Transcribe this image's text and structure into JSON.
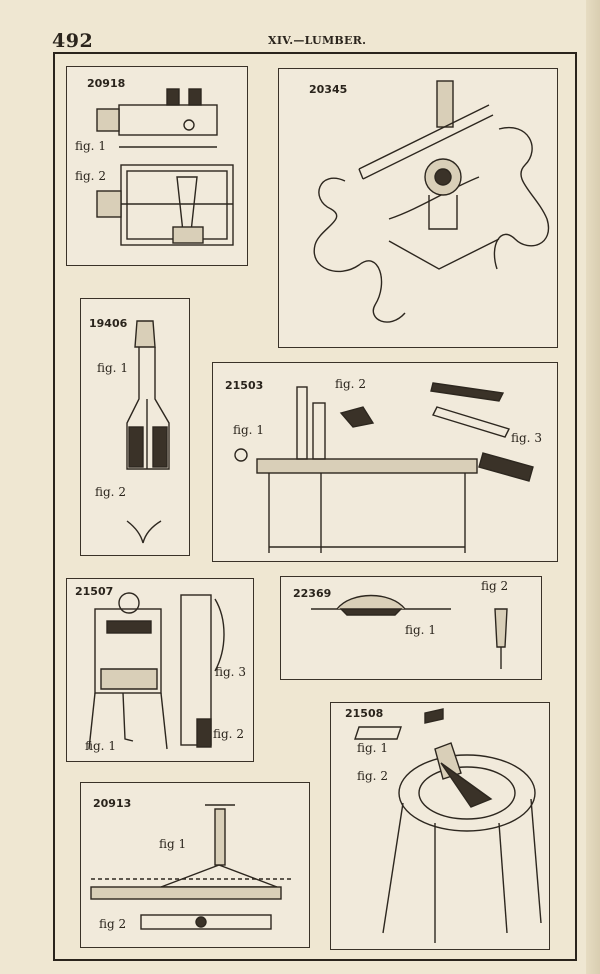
{
  "page": {
    "number": "492",
    "heading": "XIV.—LUMBER."
  },
  "plates": [
    {
      "patent": "20918",
      "figs": [
        "fig. 1",
        "fig. 2"
      ]
    },
    {
      "patent": "20345",
      "figs": []
    },
    {
      "patent": "19406",
      "figs": [
        "fig. 1",
        "fig. 2"
      ]
    },
    {
      "patent": "21503",
      "figs": [
        "fig. 1",
        "fig. 2",
        "fig. 3"
      ]
    },
    {
      "patent": "21507",
      "figs": [
        "fig. 3",
        "fig. 2",
        "fig. 1"
      ]
    },
    {
      "patent": "22369",
      "figs": [
        "fig. 1",
        "fig 2"
      ]
    },
    {
      "patent": "21508",
      "figs": [
        "fig. 1",
        "fig. 2"
      ]
    },
    {
      "patent": "20913",
      "figs": [
        "fig 1",
        "fig 2"
      ]
    }
  ]
}
